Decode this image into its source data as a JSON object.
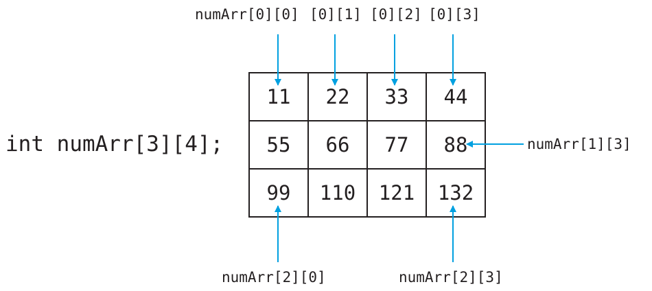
{
  "declaration": "int numArr[3][4];",
  "grid": [
    [
      "11",
      "22",
      "33",
      "44"
    ],
    [
      "55",
      "66",
      "77",
      "88"
    ],
    [
      "99",
      "110",
      "121",
      "132"
    ]
  ],
  "labels": {
    "top": [
      "numArr[0][0]",
      "[0][1]",
      "[0][2]",
      "[0][3]"
    ],
    "right": "numArr[1][3]",
    "bottom_left": "numArr[2][0]",
    "bottom_right": "numArr[2][3]"
  },
  "colors": {
    "text": "#231f20",
    "arrow": "#00a0e0",
    "border": "#231f20"
  }
}
